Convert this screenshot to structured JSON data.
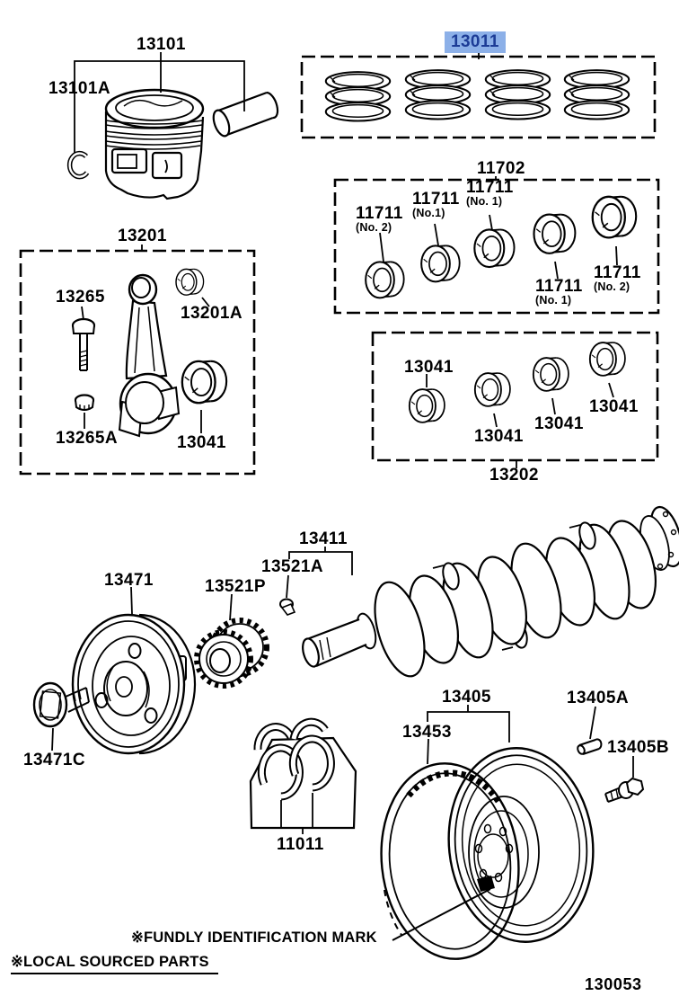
{
  "diagram_number": "130053",
  "highlighted_part": "13011",
  "colors": {
    "highlight_bg": "#8CB0E8",
    "highlight_text": "#1D3C96",
    "line": "#000000"
  },
  "notes": {
    "foundry_mark": "※FUNDLY IDENTIFICATION MARK",
    "local_sourced": "※LOCAL SOURCED PARTS"
  },
  "parts": [
    {
      "text": "13101"
    },
    {
      "text": "13101A"
    },
    {
      "text": "13011"
    },
    {
      "text": "11702"
    },
    {
      "text": "11711",
      "sub": "(No. 2)"
    },
    {
      "text": "11711",
      "sub": "(No.1)"
    },
    {
      "text": "11711",
      "sub": "(No. 1)"
    },
    {
      "text": "11711",
      "sub": "(No. 1)"
    },
    {
      "text": "11711",
      "sub": "(No. 2)"
    },
    {
      "text": "13201"
    },
    {
      "text": "13265"
    },
    {
      "text": "13201A"
    },
    {
      "text": "13265A"
    },
    {
      "text": "13041"
    },
    {
      "text": "13041"
    },
    {
      "text": "13041"
    },
    {
      "text": "13041"
    },
    {
      "text": "13041"
    },
    {
      "text": "13202"
    },
    {
      "text": "13411"
    },
    {
      "text": "13521A"
    },
    {
      "text": "13521P"
    },
    {
      "text": "13471"
    },
    {
      "text": "13471C"
    },
    {
      "text": "11011"
    },
    {
      "text": "13405"
    },
    {
      "text": "13453"
    },
    {
      "text": "13405A"
    },
    {
      "text": "13405B"
    }
  ]
}
